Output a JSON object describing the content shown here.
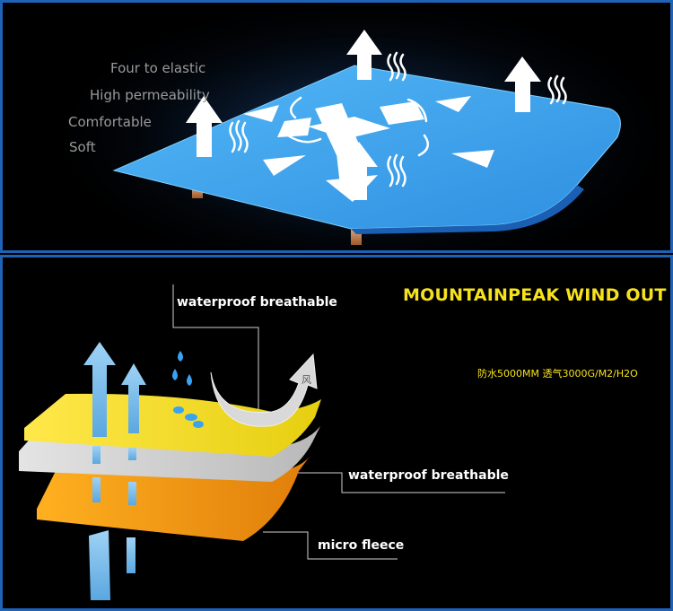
{
  "top_panel": {
    "features": [
      "Four to elastic",
      "High permeability",
      "Comfortable",
      "Soft"
    ]
  },
  "bottom_panel": {
    "headline": "MOUNTAINPEAK WIND OUT",
    "spec": "防水5000MM 透气3000G/M2/H2O",
    "wind_char": "风",
    "layers": [
      "waterproof breathable",
      "waterproof breathable",
      "micro fleece"
    ]
  },
  "colors": {
    "panel_border": "#1f63b8",
    "membrane_blue": "#3fa6ee",
    "headline_yellow": "#f6e21c",
    "top_layer": "#f2e21a",
    "middle_layer": "#c9c9c9",
    "bottom_layer": "#f09a18",
    "arrow_blue": "#8ec7ef"
  },
  "icons": [
    "up-arrow-icon",
    "heat-wave-icon",
    "cross-arrows-icon",
    "water-drop-icon",
    "wind-arrow-icon"
  ]
}
